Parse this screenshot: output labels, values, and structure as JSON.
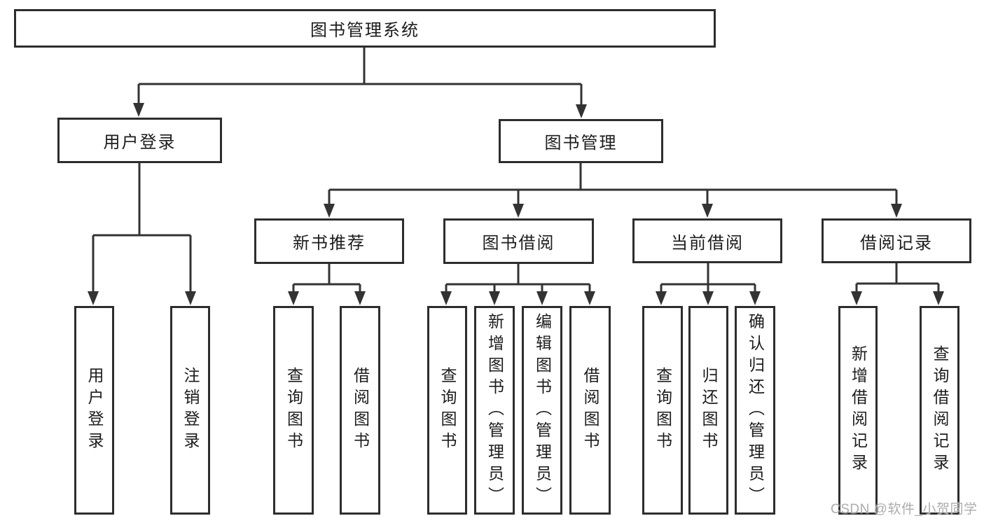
{
  "tree": {
    "label": "图书管理系统",
    "children": [
      {
        "label": "用户登录",
        "children": [
          {
            "label": "用户登录"
          },
          {
            "label": "注销登录"
          }
        ]
      },
      {
        "label": "图书管理",
        "children": [
          {
            "label": "新书推荐",
            "children": [
              {
                "label": "查询图书"
              },
              {
                "label": "借阅图书"
              }
            ]
          },
          {
            "label": "图书借阅",
            "children": [
              {
                "label": "查询图书"
              },
              {
                "label": "新增图书（管理员）"
              },
              {
                "label": "编辑图书（管理员）"
              },
              {
                "label": "借阅图书"
              }
            ]
          },
          {
            "label": "当前借阅",
            "children": [
              {
                "label": "查询图书"
              },
              {
                "label": "归还图书"
              },
              {
                "label": "确认归还（管理员）"
              }
            ]
          },
          {
            "label": "借阅记录",
            "children": [
              {
                "label": "新增借阅记录"
              },
              {
                "label": "查询借阅记录"
              }
            ]
          }
        ]
      }
    ]
  },
  "watermark": "CSDN @软件_小贺同学",
  "colors": {
    "line": "#333333",
    "border": "#2d2d2d",
    "text": "#1c1c1c",
    "watermark": "#acacac"
  }
}
